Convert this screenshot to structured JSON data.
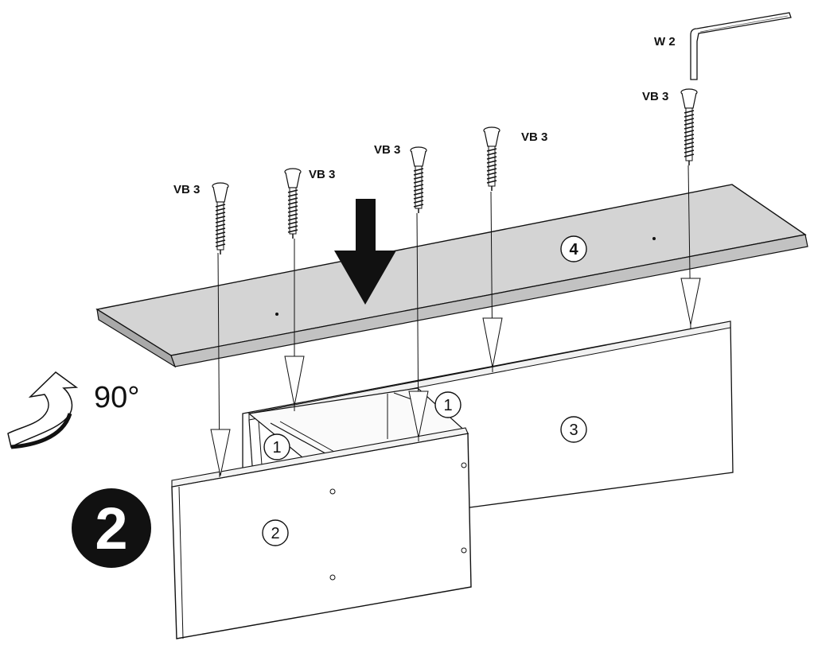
{
  "step": {
    "number": "2",
    "rotation_label": "90°"
  },
  "hardware": {
    "screw_labels": [
      "VB 3",
      "VB 3",
      "VB 3",
      "VB 3",
      "VB 3"
    ],
    "wrench_label": "W 2"
  },
  "parts": {
    "top_panel": "4",
    "front_panel": "2",
    "back_panel": "3",
    "divider_left": "1",
    "divider_right": "1"
  },
  "colors": {
    "line": "#111111",
    "top_face": "#d4d4d4",
    "top_edge": "#a9a9a9",
    "panel_face": "#ffffff",
    "badge": "#111111"
  }
}
